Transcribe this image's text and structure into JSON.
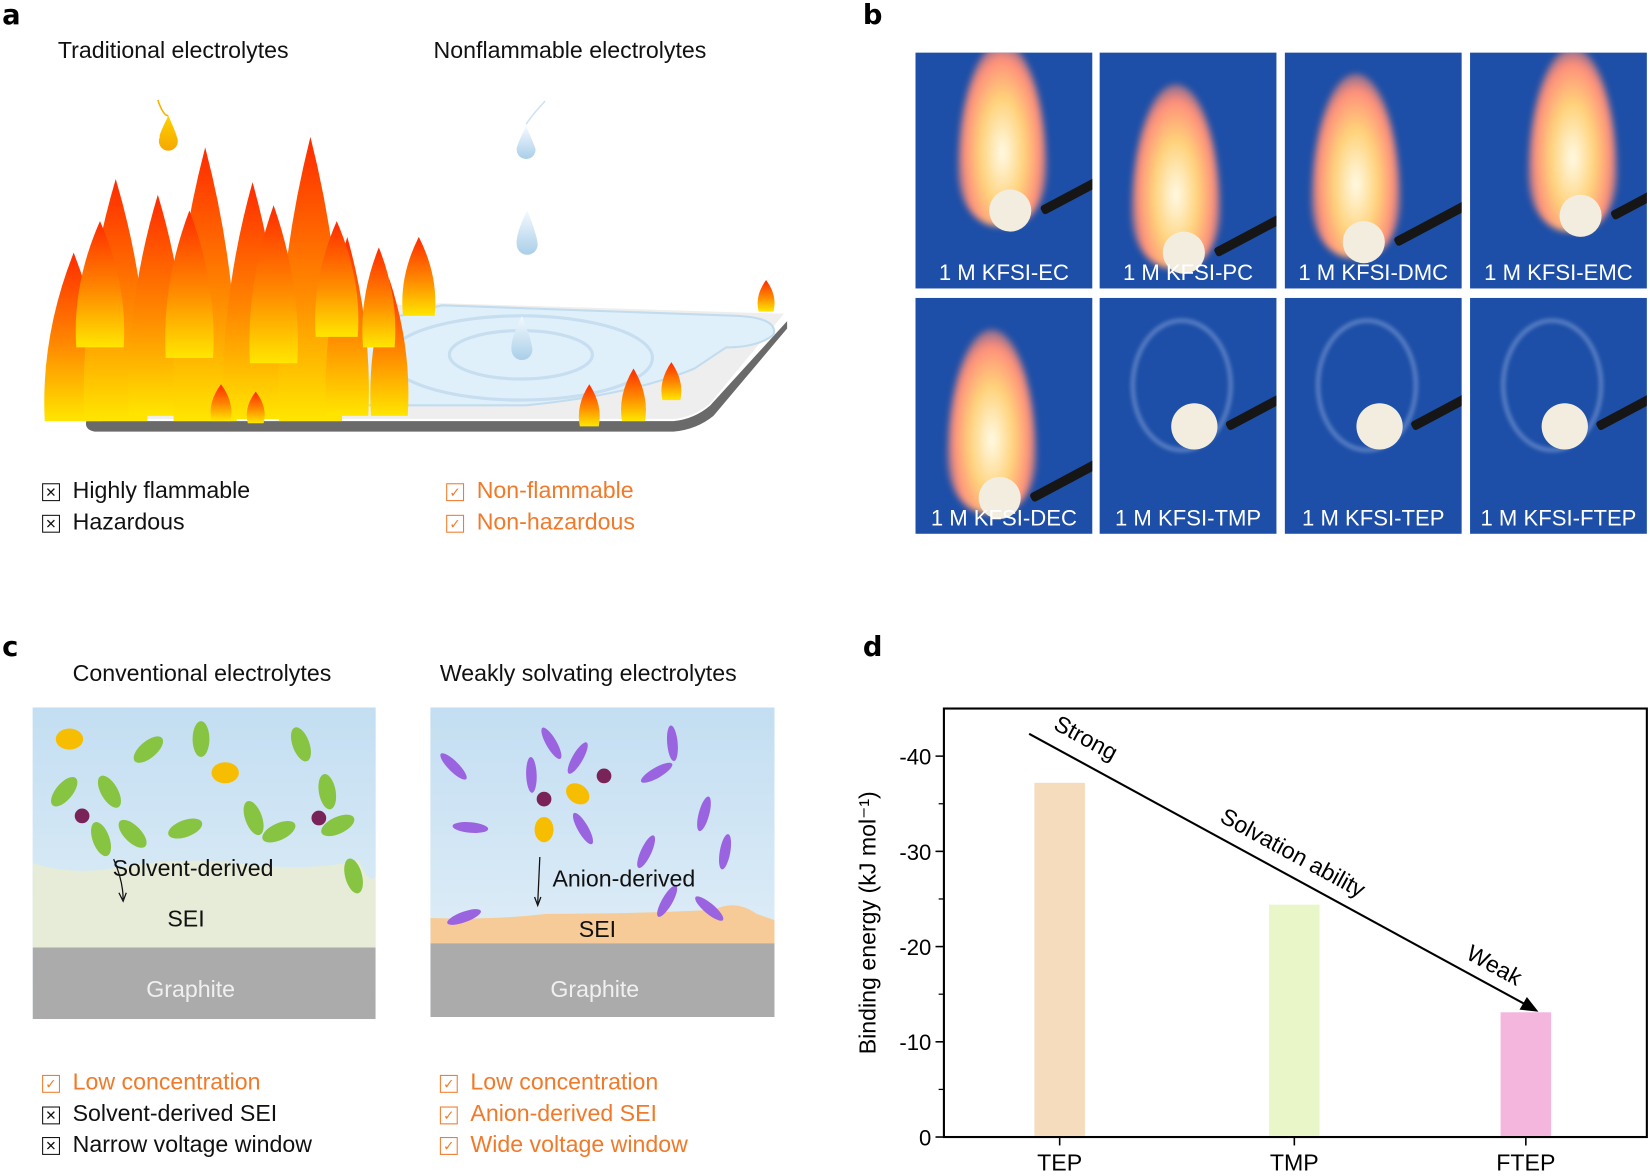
{
  "panel_a": {
    "label": "a",
    "traditional_title": "Traditional electrolytes",
    "nonflammable_title": "Nonflammable electrolytes",
    "traditional_items": [
      "Highly flammable",
      "Hazardous"
    ],
    "nonflammable_items": [
      "Non-flammable",
      "Non-hazardous"
    ]
  },
  "panel_b": {
    "label": "b",
    "photos": [
      {
        "caption": "1 M KFSI-EC",
        "state": "flame"
      },
      {
        "caption": "1 M KFSI-PC",
        "state": "flame"
      },
      {
        "caption": "1 M KFSI-DMC",
        "state": "flame"
      },
      {
        "caption": "1 M KFSI-EMC",
        "state": "flame"
      },
      {
        "caption": "1 M KFSI-DEC",
        "state": "flame"
      },
      {
        "caption": "1 M KFSI-TMP",
        "state": "smoke"
      },
      {
        "caption": "1 M KFSI-TEP",
        "state": "smoke"
      },
      {
        "caption": "1 M KFSI-FTEP",
        "state": "smoke"
      }
    ]
  },
  "panel_c": {
    "label": "c",
    "left": {
      "title": "Conventional electrolytes",
      "interphase_label": "Solvent-derived",
      "sei_label": "SEI",
      "substrate_label": "Graphite",
      "items": [
        {
          "text": "Low concentration",
          "mark": "check"
        },
        {
          "text": "Solvent-derived SEI",
          "mark": "cross"
        },
        {
          "text": "Narrow voltage window",
          "mark": "cross"
        }
      ]
    },
    "right": {
      "title": "Weakly solvating electrolytes",
      "interphase_label": "Anion-derived",
      "sei_label": "SEI",
      "substrate_label": "Graphite",
      "items": [
        {
          "text": "Low concentration",
          "mark": "check"
        },
        {
          "text": "Anion-derived SEI",
          "mark": "check"
        },
        {
          "text": "Wide voltage window",
          "mark": "check"
        }
      ]
    }
  },
  "panel_d": {
    "label": "d"
  },
  "chart_data": {
    "type": "bar",
    "categories": [
      "TEP",
      "TMP",
      "FTEP"
    ],
    "values": [
      -37.2,
      -24.4,
      -13.1
    ],
    "colors": [
      "#f5dcbc",
      "#e9f6c8",
      "#f4b6dc"
    ],
    "ylabel": "Binding energy (kJ mol⁻¹)",
    "xlabel": "",
    "ylim": [
      0,
      -45
    ],
    "yticks": [
      0,
      -10,
      -20,
      -30,
      -40
    ],
    "ytick_labels": [
      "0",
      "-10",
      "-20",
      "-30",
      "-40"
    ],
    "grid": false,
    "annotations": [
      "Strong",
      "Solvation ability",
      "Weak"
    ]
  },
  "colors": {
    "check_orange": "#f07a2a",
    "cross_black": "#111111",
    "photo_bg": "#1d4fa8"
  }
}
